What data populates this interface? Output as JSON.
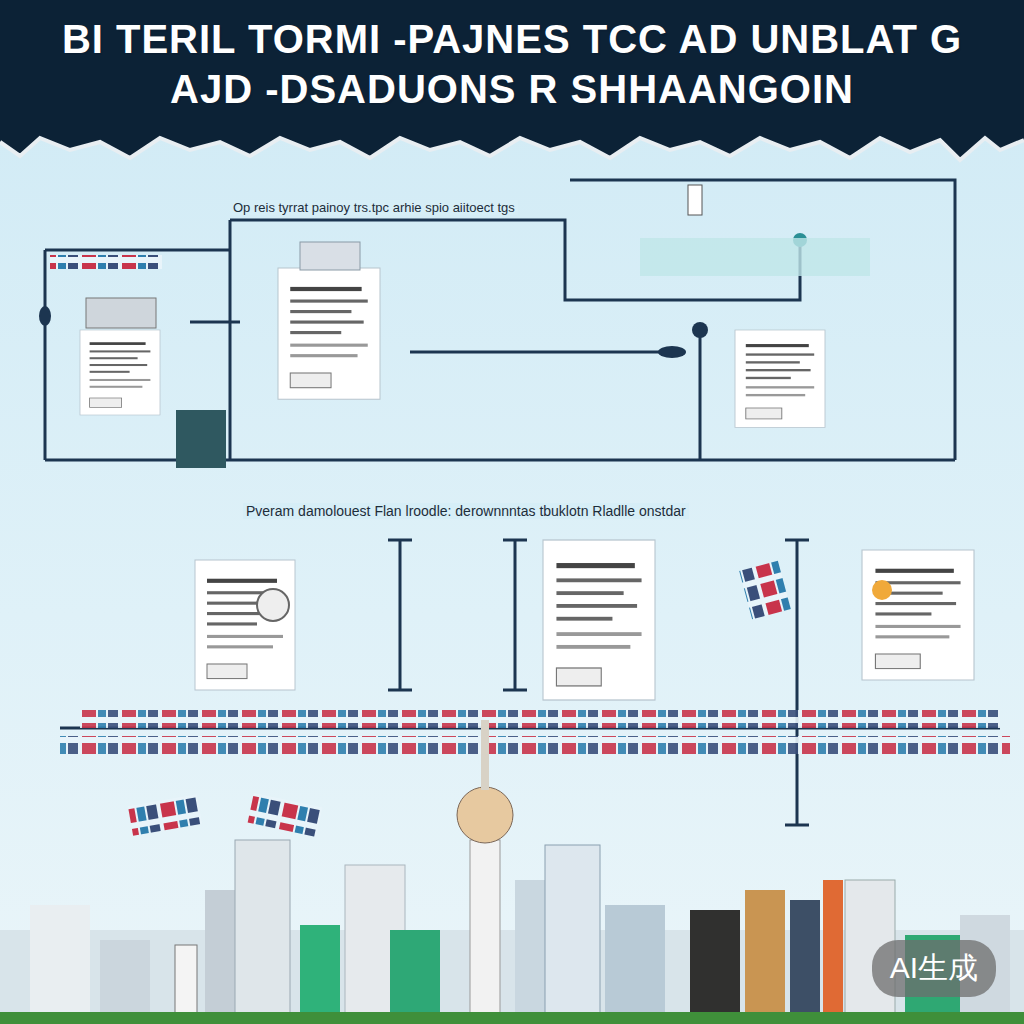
{
  "diagram": {
    "title": "BI TERIL TORMI -PAJNES TCC AD UNBLAT G AJD -DSADUONS R SHHAANGOIN",
    "labels": [
      "Op reis tyrrat painoy trs.tpc arhie spio aiitoect tgs",
      "Pveram damolouest Flan lroodle: derownnntas tbuklotn Rladlle onstdar",
      "AI生成"
    ]
  }
}
